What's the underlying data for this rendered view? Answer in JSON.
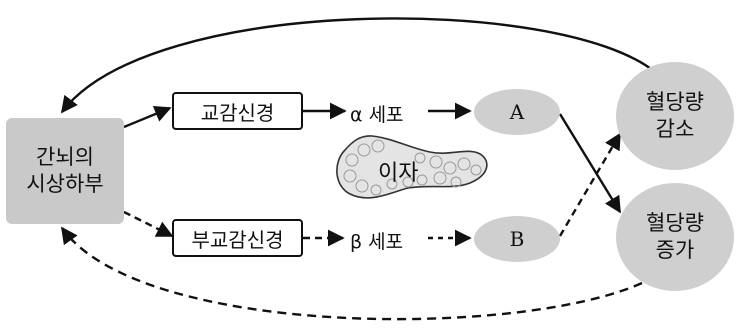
{
  "hypothalamus": {
    "line1": "간뇌의",
    "line2": "시상하부"
  },
  "sympathetic_nerve": "교감신경",
  "parasympathetic_nerve": "부교감신경",
  "alpha_cell": "α 세포",
  "beta_cell": "β 세포",
  "hormone_a": "A",
  "hormone_b": "B",
  "pancreas": "이자",
  "glucose_decrease": {
    "line1": "혈당량",
    "line2": "감소"
  },
  "glucose_increase": {
    "line1": "혈당량",
    "line2": "증가"
  }
}
